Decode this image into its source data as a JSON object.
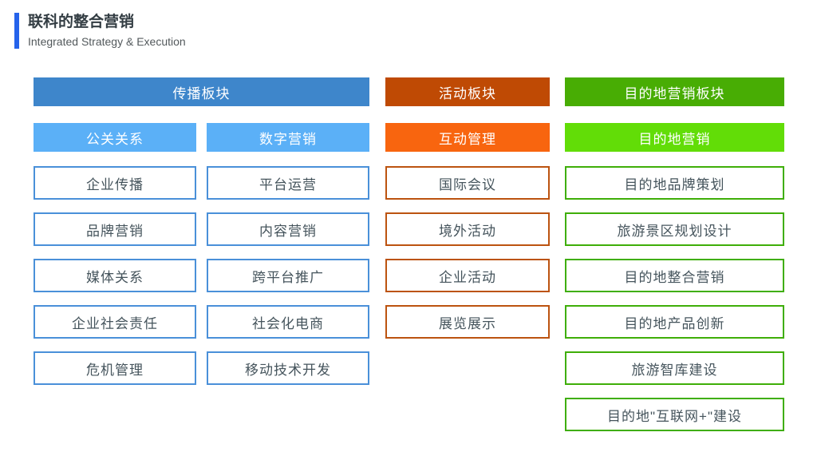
{
  "header": {
    "title": "联科的整合营销",
    "subtitle": "Integrated Strategy & Execution",
    "accent_color": "#2563eb"
  },
  "diagram": {
    "sections": [
      {
        "name": "communication",
        "header": "传播板块",
        "header_color": "#3e86cb",
        "subheader_color": "#5bb0f7",
        "outline_color": "#4a90d9",
        "groups": [
          {
            "subheader": "公关关系",
            "items": [
              "企业传播",
              "品牌营销",
              "媒体关系",
              "企业社会责任",
              "危机管理"
            ]
          },
          {
            "subheader": "数字营销",
            "items": [
              "平台运营",
              "内容营销",
              "跨平台推广",
              "社会化电商",
              "移动技术开发"
            ]
          }
        ]
      },
      {
        "name": "events",
        "header": "活动板块",
        "header_color": "#bf4a04",
        "subheader_color": "#f8650f",
        "outline_color": "#bc5310",
        "groups": [
          {
            "subheader": "互动管理",
            "items": [
              "国际会议",
              "境外活动",
              "企业活动",
              "展览展示"
            ]
          }
        ]
      },
      {
        "name": "destination",
        "header": "目的地营销板块",
        "header_color": "#48ad04",
        "subheader_color": "#62dd07",
        "outline_color": "#3fae08",
        "groups": [
          {
            "subheader": "目的地营销",
            "items": [
              "目的地品牌策划",
              "旅游景区规划设计",
              "目的地整合营销",
              "目的地产品创新",
              "旅游智库建设",
              "目的地\"互联网+\"建设"
            ]
          }
        ]
      }
    ]
  }
}
